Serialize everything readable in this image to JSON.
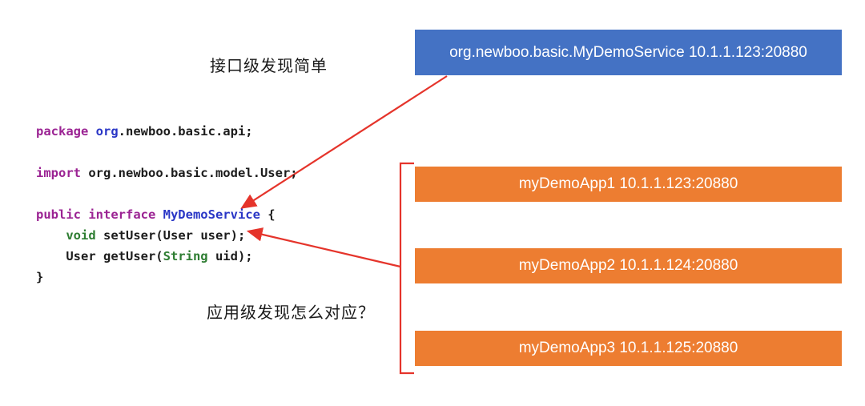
{
  "labels": {
    "interface_level": "接口级发现简单",
    "app_level": "应用级发现怎么对应？"
  },
  "service_box": {
    "label": "org.newboo.basic.MyDemoService 10.1.1.123:20880",
    "color": "#4472c4"
  },
  "app_boxes": [
    {
      "label": "myDemoApp1 10.1.1.123:20880"
    },
    {
      "label": "myDemoApp2 10.1.1.124:20880"
    },
    {
      "label": "myDemoApp3 10.1.1.125:20880"
    }
  ],
  "app_box_color": "#ed7d31",
  "arrow_color": "#e5342b",
  "code": {
    "lines": [
      [
        {
          "t": "package ",
          "c": "kw"
        },
        {
          "t": "org",
          "c": "pkg"
        },
        {
          "t": ".newboo.basic.api;",
          "c": "plain"
        }
      ],
      [],
      [
        {
          "t": "import ",
          "c": "kw"
        },
        {
          "t": "org.newboo.basic.model.User;",
          "c": "plain"
        }
      ],
      [],
      [
        {
          "t": "public interface ",
          "c": "kw"
        },
        {
          "t": "MyDemoService",
          "c": "type"
        },
        {
          "t": " {",
          "c": "plain"
        }
      ],
      [
        {
          "t": "    ",
          "c": "plain"
        },
        {
          "t": "void ",
          "c": "kw2"
        },
        {
          "t": "setUser(User user);",
          "c": "plain"
        }
      ],
      [
        {
          "t": "    User getUser(",
          "c": "plain"
        },
        {
          "t": "String",
          "c": "kw2"
        },
        {
          "t": " uid);",
          "c": "plain"
        }
      ],
      [
        {
          "t": "}",
          "c": "plain"
        }
      ]
    ]
  }
}
